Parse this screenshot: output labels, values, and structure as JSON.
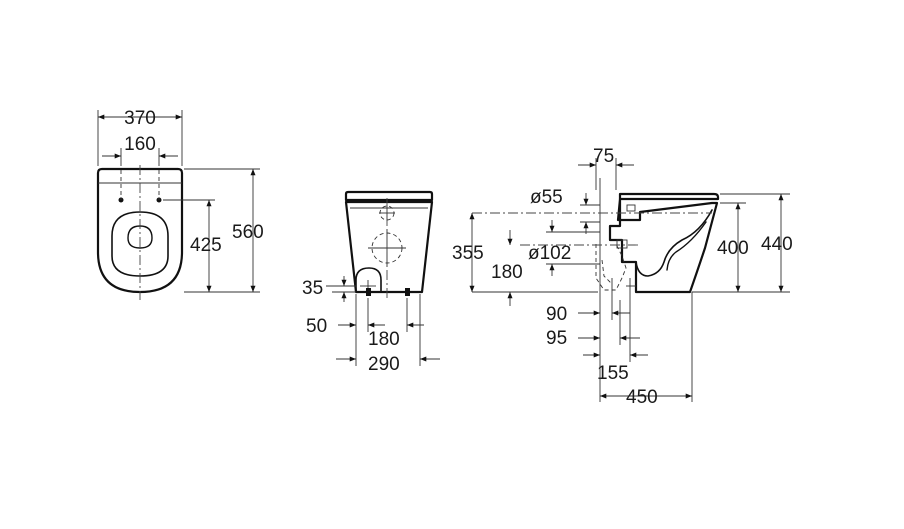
{
  "dimensions": {
    "top_view": {
      "width_overall": "370",
      "width_fixing": "160",
      "length_fixing": "425",
      "length_overall": "560"
    },
    "back_view": {
      "height_inlet": "35",
      "offset_side": "50",
      "fixing_spacing": "180",
      "width": "290"
    },
    "side_view": {
      "seat_offset": "75",
      "inlet_diameter": "ø55",
      "outlet_diameter": "ø102",
      "inlet_height": "355",
      "outlet_height": "180",
      "rim_height": "400",
      "total_height": "440",
      "outlet_setback_1": "90",
      "outlet_setback_2": "95",
      "outlet_setback_3": "155",
      "depth": "450"
    }
  }
}
